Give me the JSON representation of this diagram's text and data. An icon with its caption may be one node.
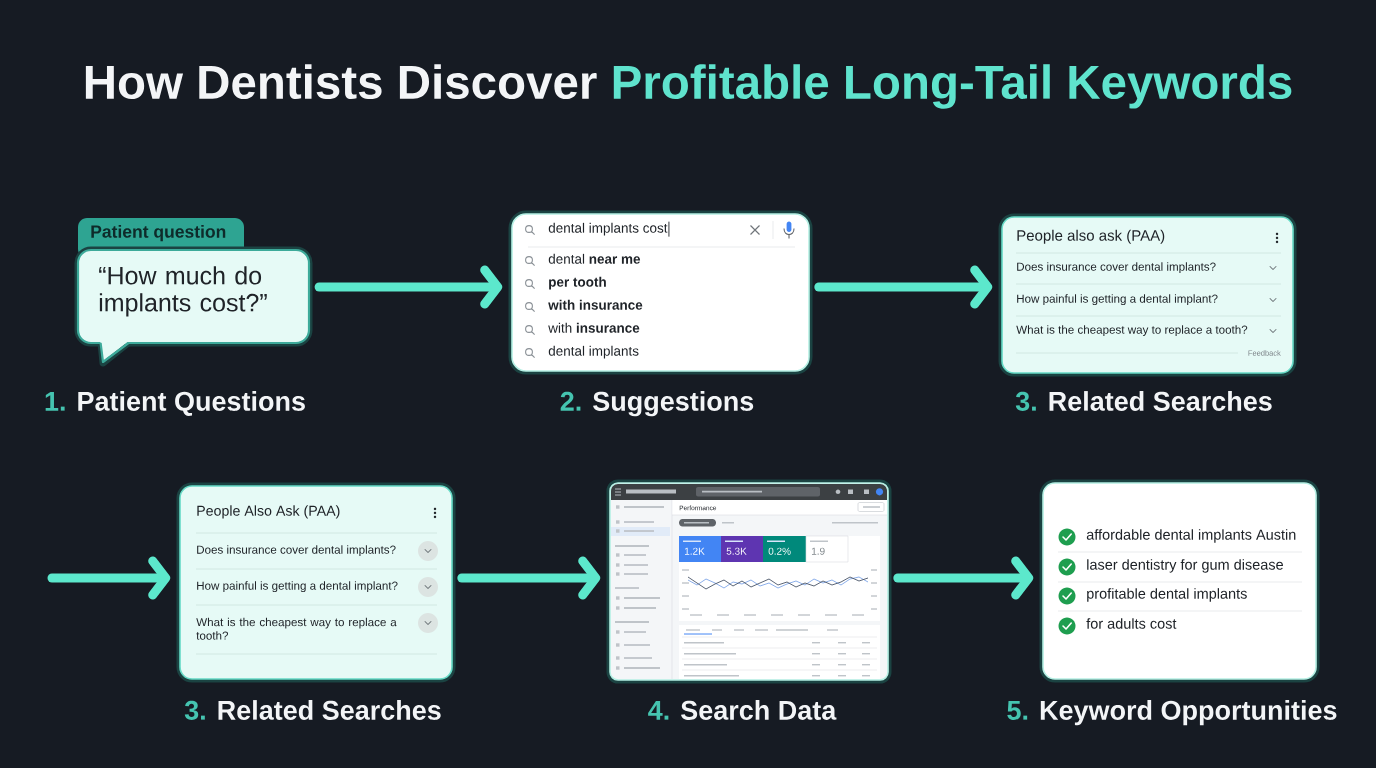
{
  "diagram": {
    "title": "How Dentists Discover Profitable Long-Tail Keywords",
    "nodes": [
      {
        "text": [
          "Patient question",
          "“How much do implants cost?”"
        ],
        "beside": [
          "1.",
          "Patient Questions"
        ]
      },
      {
        "text": [
          "dental implants cost",
          "dental **near me**",
          "per tooth",
          "with insurance",
          "with **insurance**",
          "dental implants"
        ],
        "beside": [
          "2.",
          "Suggestions"
        ]
      },
      {
        "text": [
          "People also ask (PAA)",
          "Does insurance cover dental implants?",
          "How painful is getting a dental implant?",
          "What is the cheapest way to replace a tooth?",
          "Feedback"
        ],
        "beside": [
          "3.",
          "Related Searches"
        ]
      },
      {
        "text": [
          "People Also Ask (PAA)",
          "Does insurance cover dental implants?",
          "How painful is getting a dental implant?",
          "What is the cheapest way to replace a tooth?"
        ],
        "beside": [
          "3.",
          "Related Searches"
        ]
      },
      {
        "text": [
          "Performance",
          "1.2K",
          "5.3K",
          "0.2%",
          "1.9"
        ],
        "beside": [
          "4.",
          "Search Data"
        ]
      },
      {
        "text": [
          "affordable dental implants Austin",
          "laser dentistry for gum disease",
          "profitable dental implants",
          "for adults cost"
        ],
        "beside": [
          "5.",
          "Keyword Opportunities"
        ]
      }
    ],
    "edges": [
      {
        "from": 0,
        "to": 1,
        "arrow": "to"
      },
      {
        "from": 1,
        "to": 2,
        "arrow": "to"
      },
      {
        "from": null,
        "to": 3,
        "arrow": "to"
      },
      {
        "from": 3,
        "to": 4,
        "arrow": "to"
      },
      {
        "from": 4,
        "to": 5,
        "arrow": "to"
      }
    ]
  }
}
